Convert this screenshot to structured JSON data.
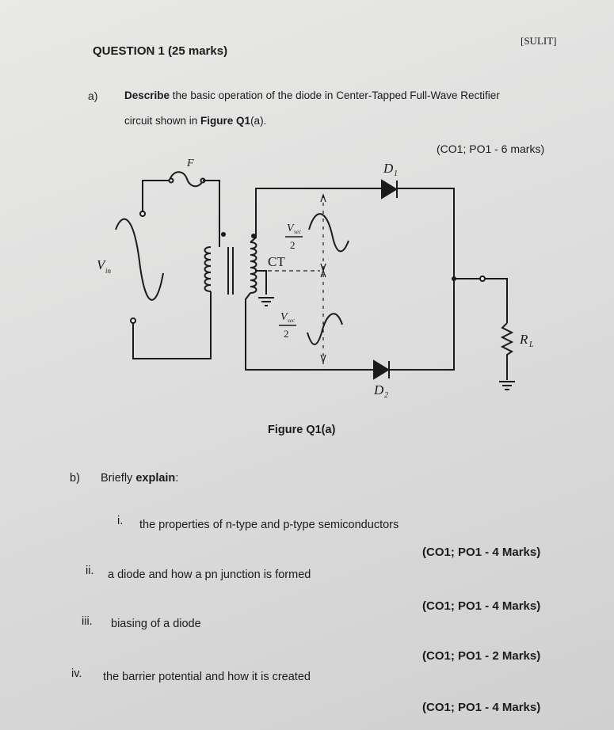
{
  "header": {
    "tag": "[SULIT]"
  },
  "question": {
    "title": "QUESTION 1 (25 marks)"
  },
  "part_a": {
    "label": "a)",
    "line1_bold": "Describe",
    "line1_rest": " the basic operation of the diode in Center-Tapped Full-Wave Rectifier",
    "line2_start": "circuit shown in ",
    "line2_bold": "Figure Q1",
    "line2_end": "(a).",
    "marks": "(CO1; PO1 - 6 marks)"
  },
  "figure": {
    "caption": "Figure Q1(a)",
    "labels": {
      "fuse": "F",
      "vin": "V",
      "vin_sub": "in",
      "ct": "CT",
      "d1": "D",
      "d1_sub": "1",
      "d2": "D",
      "d2_sub": "2",
      "rl": "R",
      "rl_sub": "L",
      "vsec_top_num": "V",
      "vsec_top_sub": "sec",
      "vsec_top_den": "2",
      "vsec_bot_num": "V",
      "vsec_bot_sub": "sec",
      "vsec_bot_den": "2"
    }
  },
  "part_b": {
    "label": "b)",
    "intro_start": "Briefly ",
    "intro_bold": "explain",
    "intro_end": ":",
    "items": [
      {
        "num": "i.",
        "text": "the properties of n-type and p-type semiconductors",
        "marks": "(CO1; PO1 - 4 Marks)"
      },
      {
        "num": "ii.",
        "text": "a diode and how a pn junction is formed",
        "marks": "(CO1; PO1 - 4 Marks)"
      },
      {
        "num": "iii.",
        "text": "biasing of a diode",
        "marks": "(CO1; PO1 - 2 Marks)"
      },
      {
        "num": "iv.",
        "text": "the barrier potential and how it is created",
        "marks": "(CO1; PO1 - 4 Marks)"
      }
    ]
  }
}
